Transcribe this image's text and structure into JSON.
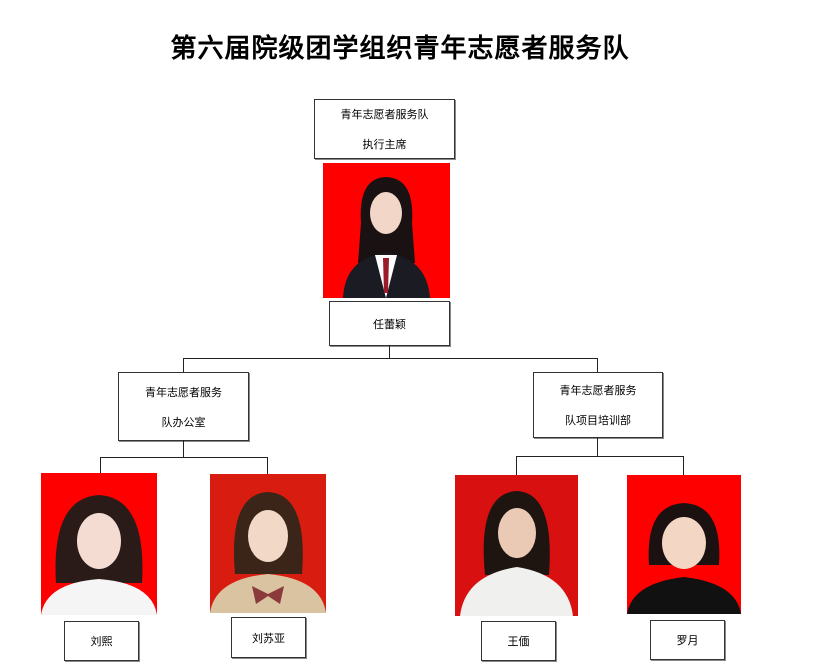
{
  "title": "第六届院级团学组织青年志愿者服务队",
  "chair": {
    "role_line1": "青年志愿者服务队",
    "role_line2": "执行主席",
    "name": "任蕾颖"
  },
  "departments": [
    {
      "line1": "青年志愿者服务",
      "line2": "队办公室",
      "members": [
        "刘熙",
        "刘苏亚"
      ]
    },
    {
      "line1": "青年志愿者服务",
      "line2": "队项目培训部",
      "members": [
        "王偭",
        "罗月"
      ]
    }
  ],
  "colors": {
    "photo_bg": "#ff0000",
    "photo_bg_alt": "#d81c10"
  }
}
